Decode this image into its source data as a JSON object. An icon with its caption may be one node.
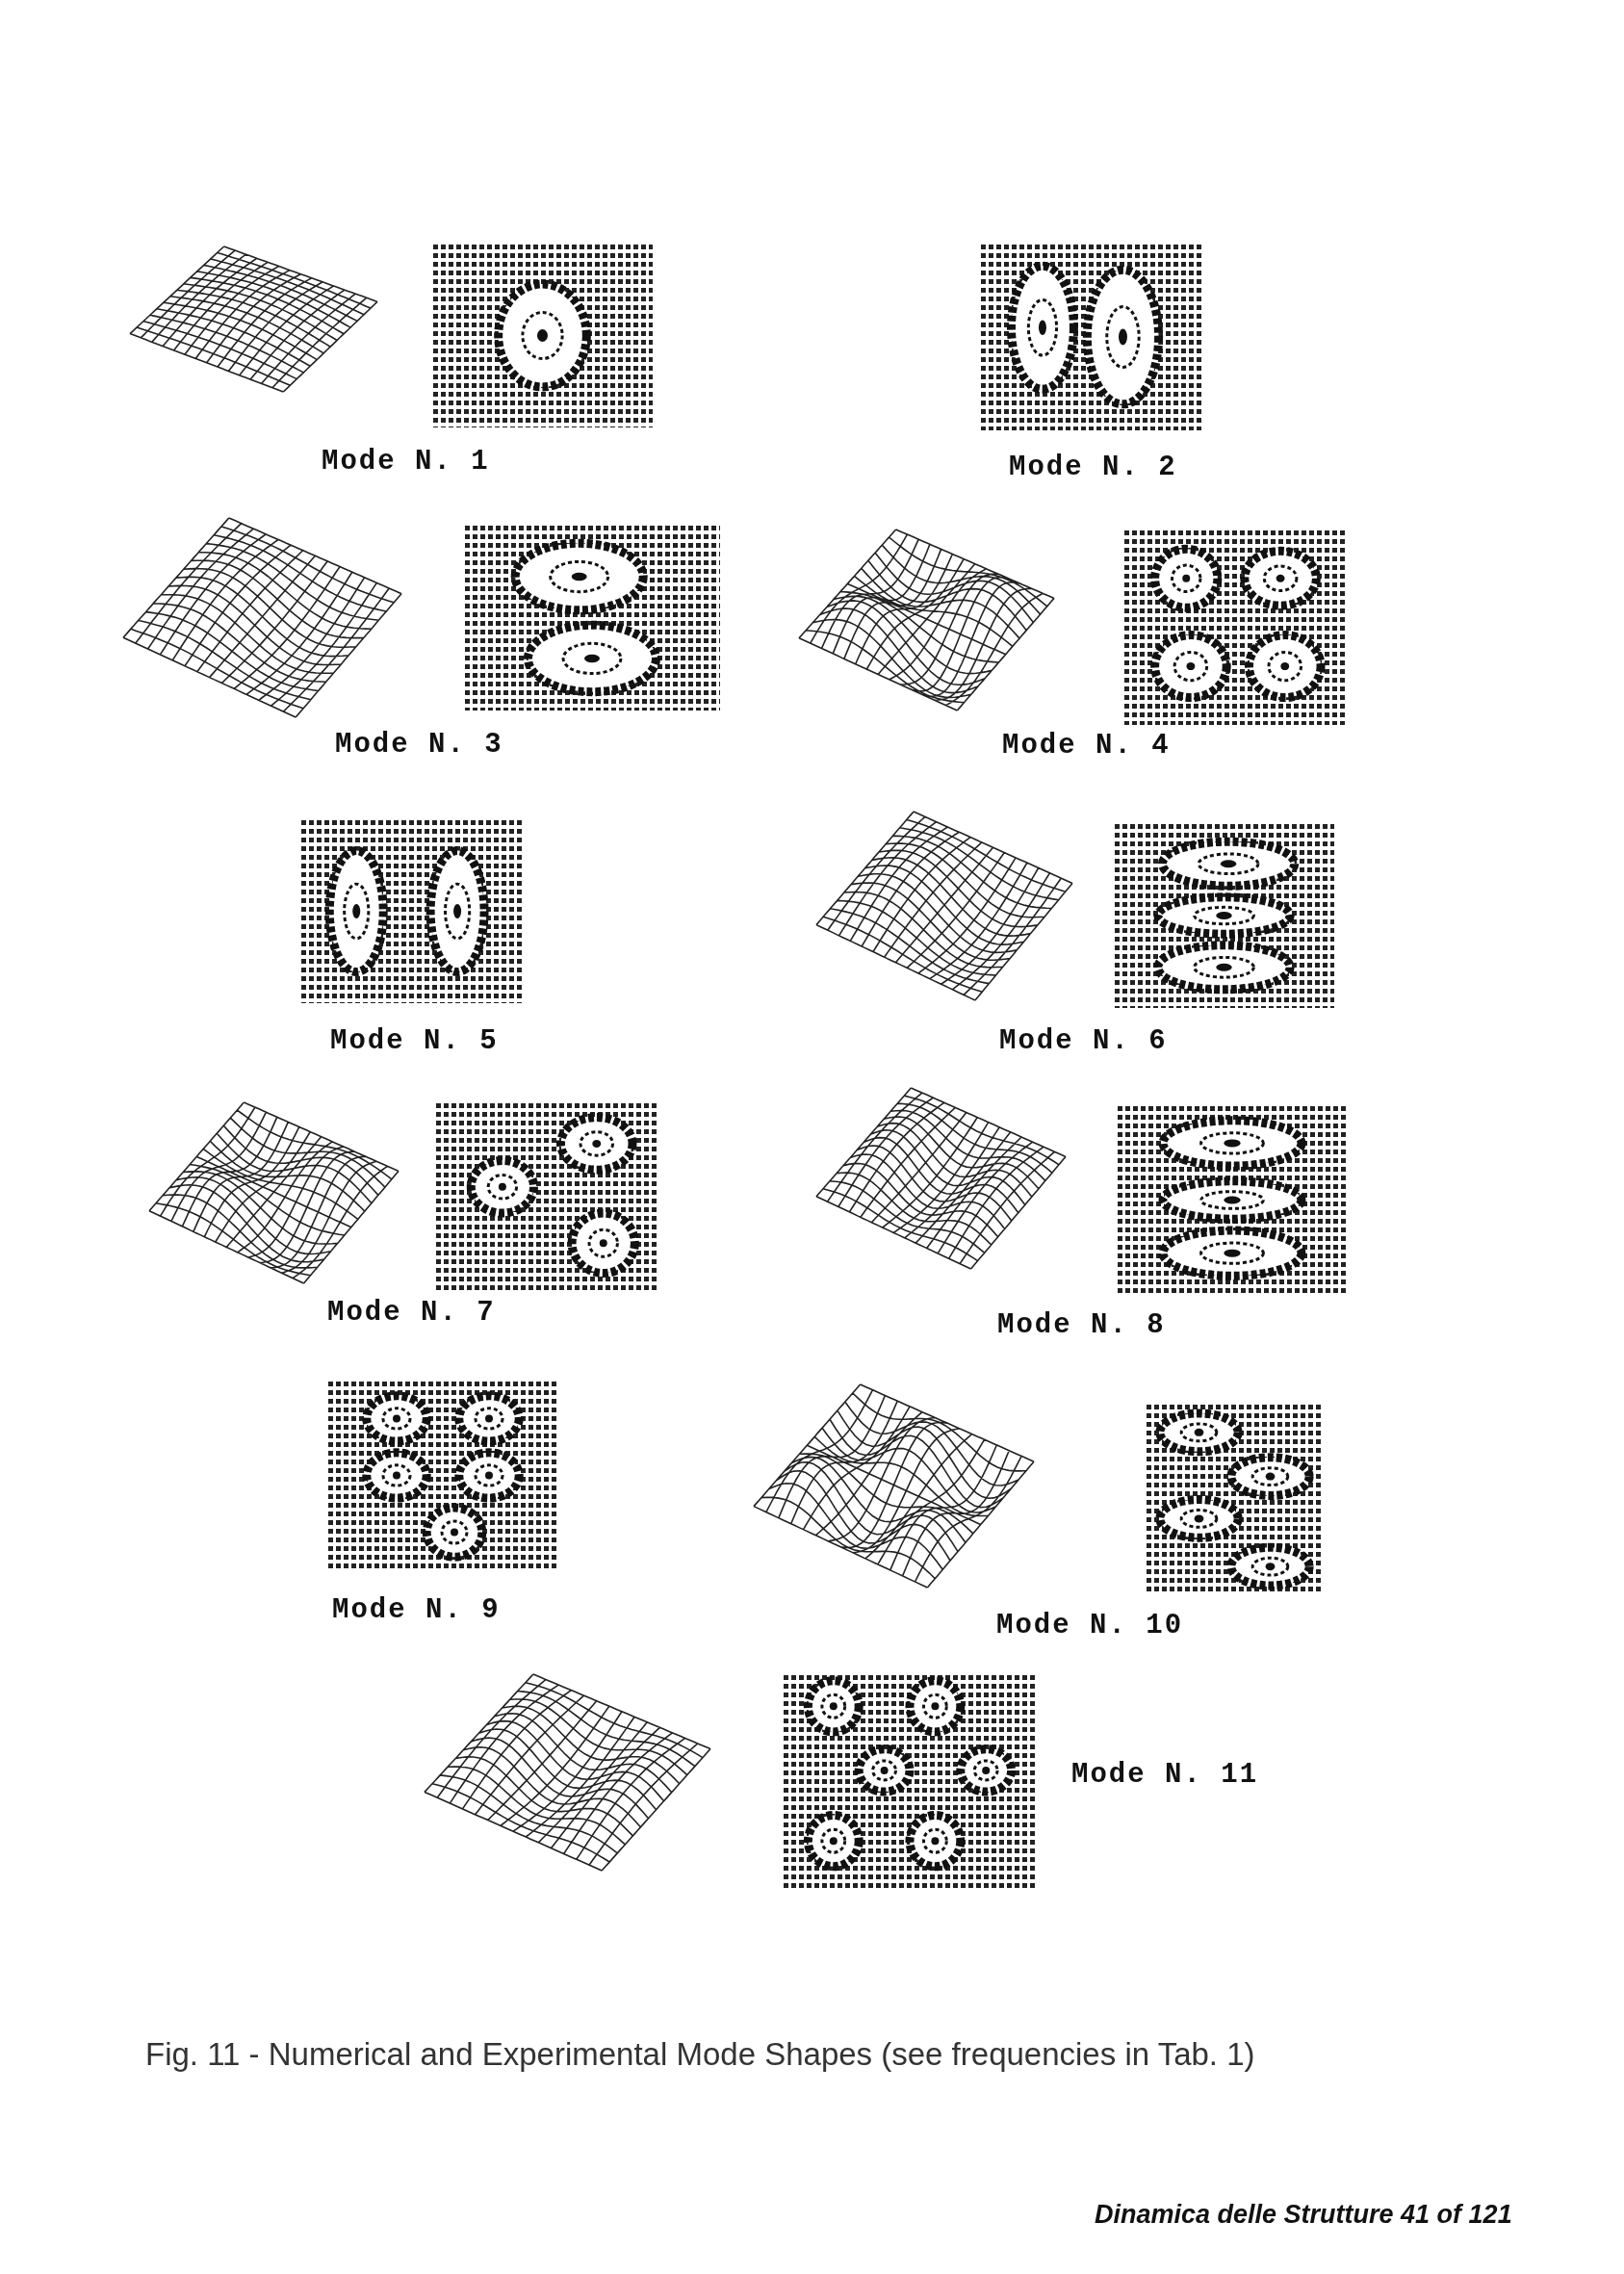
{
  "diagram": {
    "caption": "Fig. 11 - Numerical and Experimental Mode Shapes (see frequencies in Tab. 1)",
    "labels": [
      "Mode N. 1",
      "Mode N. 2",
      "Mode N. 3",
      "Mode N. 4",
      "Mode N. 5",
      "Mode N. 6",
      "Mode N. 7",
      "Mode N. 8",
      "Mode N. 9",
      "Mode N. 10",
      "Mode N. 11",
      "Dinamica delle Strutture 41 of 121"
    ]
  }
}
